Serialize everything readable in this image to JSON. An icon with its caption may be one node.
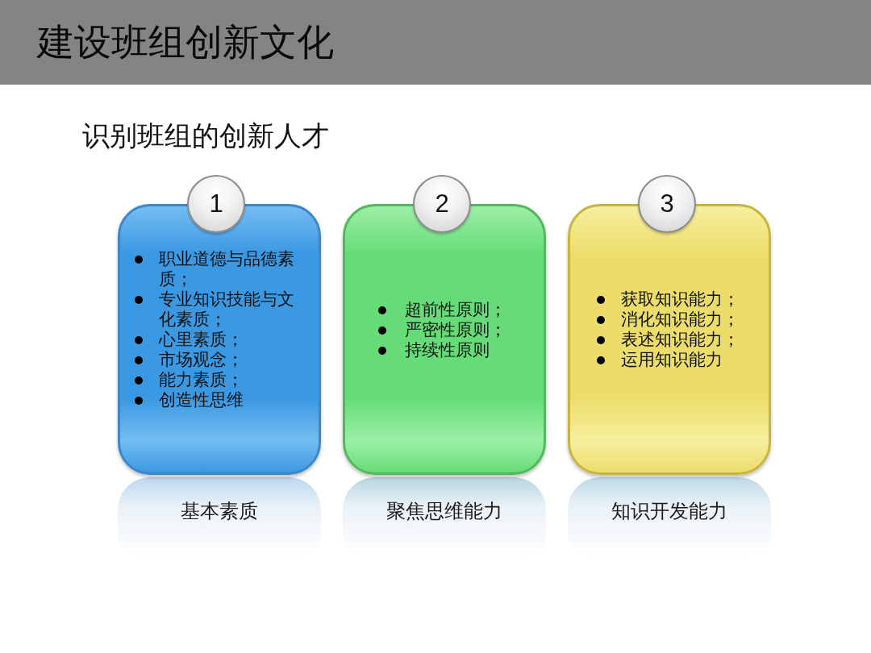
{
  "diagram": {
    "title": "建设班组创新文化",
    "nodes": [
      {
        "text": [
          "1"
        ]
      },
      {
        "text": [
          "职业道德与品德素质；",
          "专业知识技能与文化素质；",
          "心里素质；",
          "市场观念；",
          "能力素质；",
          "创造性思维"
        ]
      },
      {
        "text": [
          "基本素质"
        ]
      },
      {
        "text": [
          "2"
        ]
      },
      {
        "text": [
          "超前性原则；",
          "严密性原则；",
          "持续性原则"
        ]
      },
      {
        "text": [
          "聚焦思维能力"
        ]
      },
      {
        "text": [
          "3"
        ]
      },
      {
        "text": [
          "获取知识能力；",
          "消化知识能力；",
          "表述知识能力；",
          "运用知识能力"
        ]
      },
      {
        "text": [
          "知识开发能力"
        ]
      }
    ],
    "labels": [
      "识别班组的创新人才"
    ]
  }
}
